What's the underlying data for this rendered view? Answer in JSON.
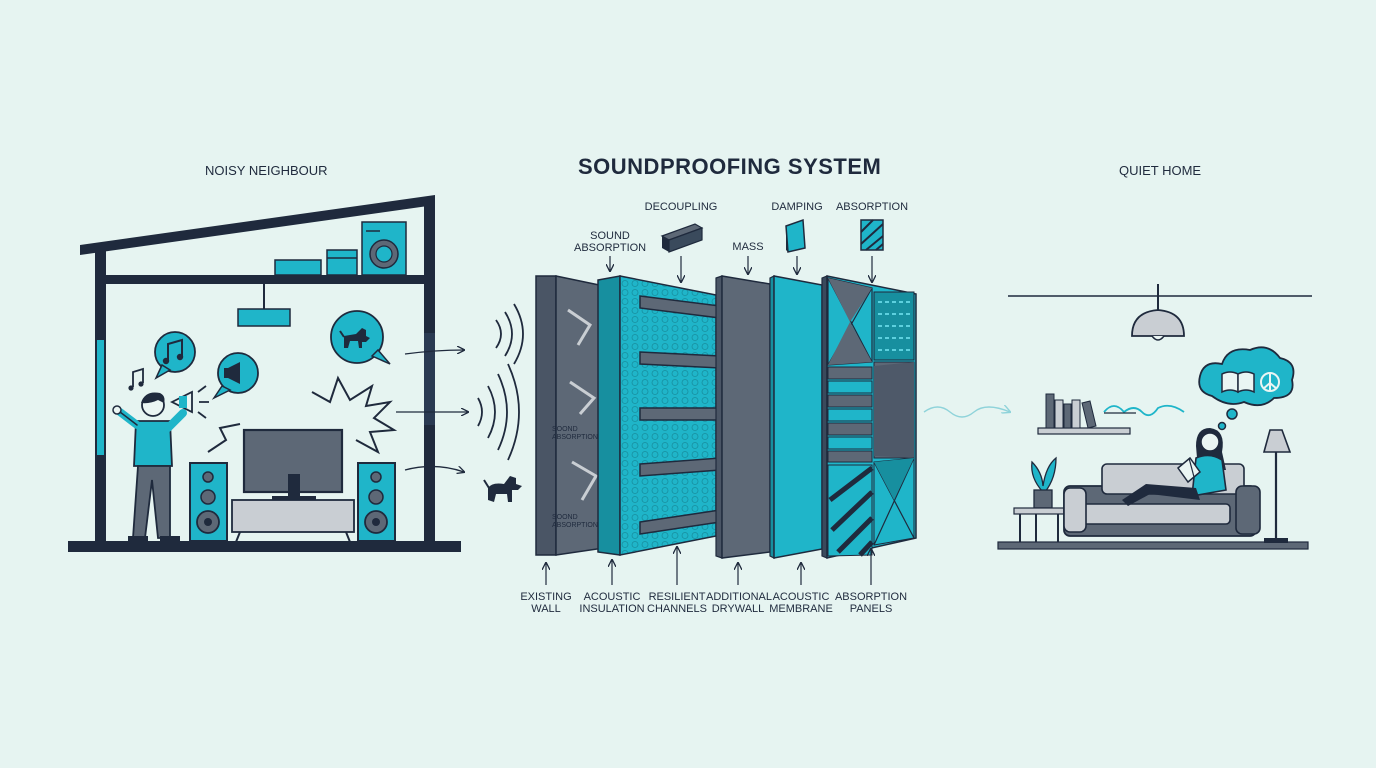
{
  "sections": {
    "left_title": "NOISY NEIGHBOUR",
    "center_title": "SOUNDPROOFING SYSTEM",
    "right_title": "QUIET HOME"
  },
  "top_labels": {
    "sound_absorption": "SOUND ABSORPTION",
    "decoupling": "DECOUPLING",
    "mass": "MASS",
    "damping": "DAMPING",
    "absorption": "ABSORPTION"
  },
  "bottom_labels": {
    "existing_wall": "EXISTING WALL",
    "acoustic_insulation": "ACOUSTIC INSULATION",
    "resilient_channels": "RESILIENT CHANNELS",
    "additional_drywall": "ADDITIONAL DRYWALL",
    "acoustic_membrane": "ACOUSTIC MEMBRANE",
    "absorption_panels": "ABSORPTION PANELS"
  },
  "wall_labels": {
    "upper": "SOOND ABSORPTION",
    "lower": "SOOND ABSORPTION"
  },
  "colors": {
    "background": "#e6f4f1",
    "navy": "#1f2a3d",
    "teal": "#1fb5c9",
    "slate": "#5d6876",
    "light_gray": "#c9ced3"
  },
  "icons": [
    "music-note-icon",
    "megaphone-icon",
    "dog-icon",
    "sound-wave-icon",
    "book-icon",
    "peace-icon",
    "pendant-lamp-icon",
    "floor-lamp-icon",
    "plant-icon"
  ]
}
